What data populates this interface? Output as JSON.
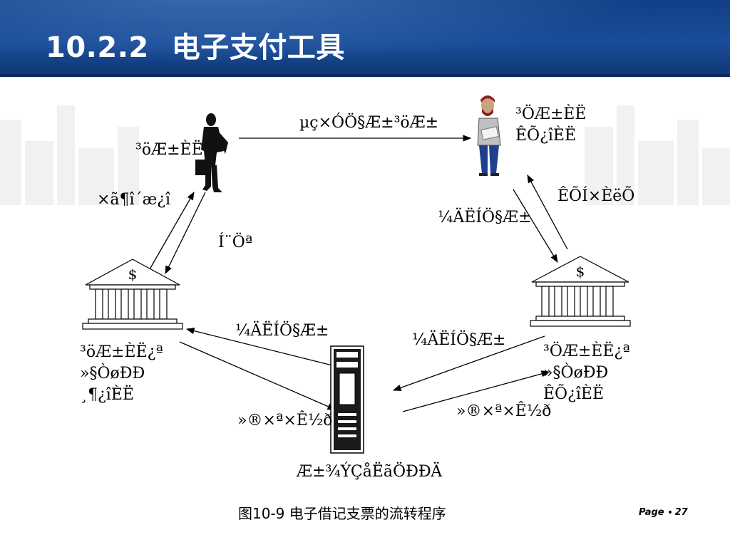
{
  "slide": {
    "section_number": "10.2.2",
    "title": "电子支付工具",
    "caption": "图10-9  电子借记支票的流转程序",
    "page_label": "Page",
    "page_number": "27"
  },
  "nodes": {
    "payer_label": "³öÆ±ÈË",
    "payee_label_line1": "³ÖÆ±ÈË",
    "payee_label_line2": "ÊÕ¿îÈË",
    "payer_bank_line1": "³öÆ±ÈË¿ª",
    "payer_bank_line2": "»§ÒøÐÐ",
    "payer_bank_line3": "¸¶¿îÈË",
    "payee_bank_line1": "³ÖÆ±ÈË¿ª",
    "payee_bank_line2": "»§ÒøÐÐ",
    "payee_bank_line3": "ÊÕ¿îÈË",
    "clearing_house": "Æ±¾ÝÇåËãÖÐÐÄ",
    "bank_symbol": "$"
  },
  "flows": {
    "payer_to_payee": "µç×ÓÖ§Æ±³öÆ±",
    "payer_bank_to_payer": "×ã¶î´æ¿î",
    "payer_bank_notice": "Í¨Öª",
    "payee_to_bank": "ÊÕÍ×ÈëÕ",
    "bank_to_payee": "¼ÄËÍÖ§Æ±",
    "payer_bank_to_clearing": "¼ÄËÍÖ§Æ±",
    "clearing_to_payee_bank": "¼ÄËÍÖ§Æ±",
    "clearing_to_payer_bank": "»®×ª×Ê½ð",
    "clearing_to_payee_bank_funds": "»®×ª×Ê½ð"
  }
}
